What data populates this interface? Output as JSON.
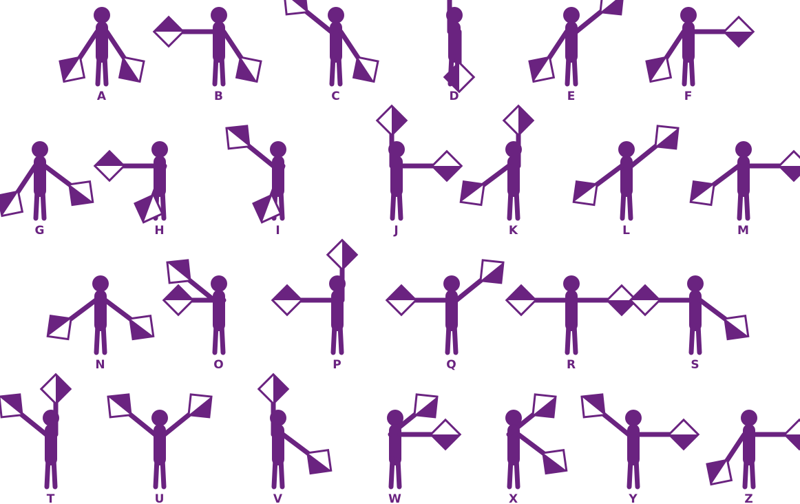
{
  "colors": {
    "ink": "#6a2380",
    "background": "#ffffff",
    "flag_light": "#ffffff"
  },
  "letters": [
    {
      "label": "A",
      "left": "down-left-low",
      "right": "down-right-low"
    },
    {
      "label": "B",
      "left": "horizontal-left",
      "right": "down-right-low"
    },
    {
      "label": "C",
      "left": "up-left",
      "right": "down-right-low"
    },
    {
      "label": "D",
      "left": "up",
      "right": "down"
    },
    {
      "label": "E",
      "left": "down-left-low",
      "right": "up-right"
    },
    {
      "label": "F",
      "left": "down-left-low",
      "right": "horizontal-right"
    },
    {
      "label": "G",
      "left": "down-left-low",
      "right": "down-right"
    },
    {
      "label": "H",
      "left": "horizontal-left",
      "right": "down-across"
    },
    {
      "label": "I",
      "left": "up-left",
      "right": "down-across"
    },
    {
      "label": "J",
      "left": "up",
      "right": "horizontal-right"
    },
    {
      "label": "K",
      "left": "down-left",
      "right": "up"
    },
    {
      "label": "L",
      "left": "down-left",
      "right": "up-right"
    },
    {
      "label": "M",
      "left": "down-left",
      "right": "horizontal-right"
    },
    {
      "label": "N",
      "left": "down-left",
      "right": "down-right"
    },
    {
      "label": "O",
      "left": "up-left",
      "right": "horizontal-left"
    },
    {
      "label": "P",
      "left": "horizontal-left",
      "right": "up"
    },
    {
      "label": "Q",
      "left": "horizontal-left",
      "right": "up-right"
    },
    {
      "label": "R",
      "left": "horizontal-left",
      "right": "horizontal-right"
    },
    {
      "label": "S",
      "left": "horizontal-left",
      "right": "down-right"
    },
    {
      "label": "T",
      "left": "up-left",
      "right": "up"
    },
    {
      "label": "U",
      "left": "up-left",
      "right": "up-right"
    },
    {
      "label": "V",
      "left": "up",
      "right": "down-right"
    },
    {
      "label": "W",
      "left": "up-right",
      "right": "horizontal-right"
    },
    {
      "label": "X",
      "left": "up-right",
      "right": "down-right"
    },
    {
      "label": "Y",
      "left": "up-left",
      "right": "horizontal-right"
    },
    {
      "label": "Z",
      "left": "down-left-low",
      "right": "horizontal-right"
    }
  ]
}
